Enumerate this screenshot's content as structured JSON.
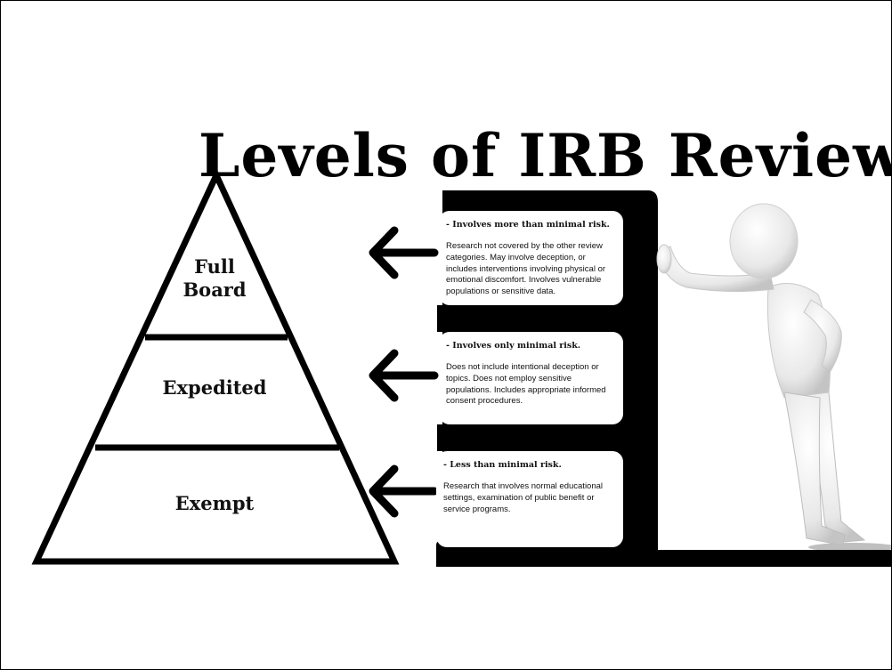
{
  "title": "Levels of IRB Review",
  "tiers": [
    {
      "label": "Full\nBoard",
      "heading": "- Involves more than minimal risk.",
      "description": "Research not covered by the other review categories. May involve deception, or includes interventions involving physical or emotional discomfort. Involves vulnerable populations or sensitive data."
    },
    {
      "label": "Expedited",
      "heading": "- Involves only minimal risk.",
      "description": "Does not include intentional deception or topics. Does not employ sensitive populations. Includes appropriate informed consent procedures."
    },
    {
      "label": "Exempt",
      "heading": "- Less than minimal risk.",
      "description": "Research that involves normal educational settings, examination of public benefit or service programs."
    }
  ]
}
